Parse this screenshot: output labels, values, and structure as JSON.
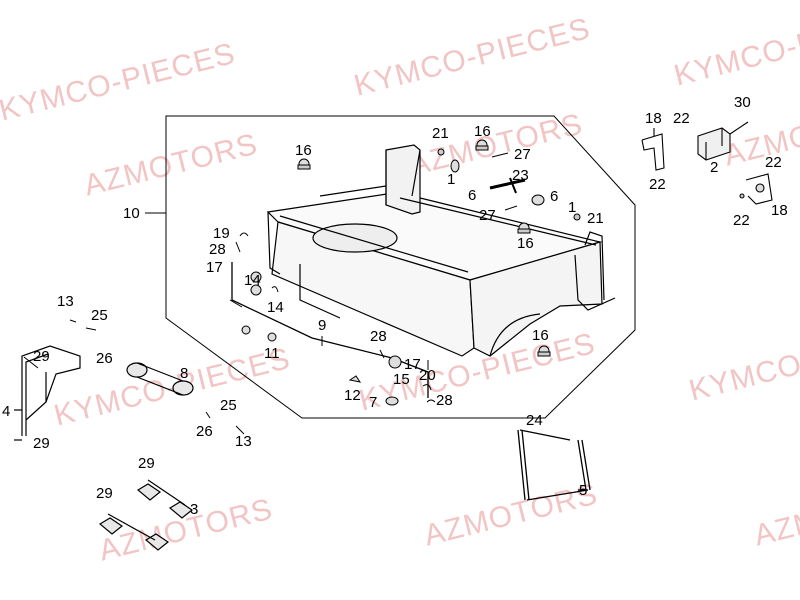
{
  "watermarks": {
    "kymco": "KYMCO-PIECES",
    "azmotors": "AZMOTORS"
  },
  "callouts": [
    "1",
    "2",
    "3",
    "4",
    "5",
    "6",
    "7",
    "8",
    "9",
    "10",
    "11",
    "12",
    "13",
    "14",
    "15",
    "16",
    "17",
    "18",
    "19",
    "20",
    "21",
    "22",
    "23",
    "24",
    "25",
    "26",
    "27",
    "28",
    "29",
    "30"
  ],
  "colors": {
    "line": "#000000",
    "watermark": "#f2c4c4",
    "background": "#ffffff"
  }
}
